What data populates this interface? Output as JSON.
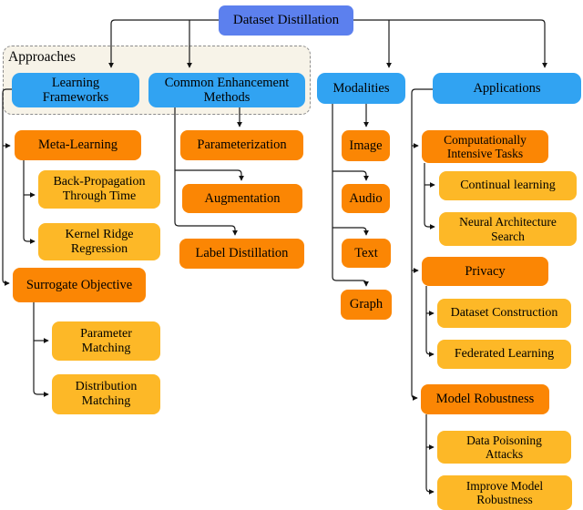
{
  "diagram": {
    "root": "Dataset Distillation",
    "group_label": "Approaches",
    "branches": {
      "learning_frameworks": "Learning\nFrameworks",
      "common_enhancement_methods": "Common Enhancement\nMethods",
      "modalities": "Modalities",
      "applications": "Applications"
    },
    "nodes": {
      "meta_learning": "Meta-Learning",
      "back_propagation_through_time": "Back-Propagation\nThrough Time",
      "kernel_ridge_regression": "Kernel Ridge\nRegression",
      "surrogate_objective": "Surrogate Objective",
      "parameter_matching": "Parameter\nMatching",
      "distribution_matching": "Distribution\nMatching",
      "parameterization": "Parameterization",
      "augmentation": "Augmentation",
      "label_distillation": "Label Distillation",
      "image": "Image",
      "audio": "Audio",
      "text": "Text",
      "graph": "Graph",
      "computationally_intensive_tasks": "Computationally\nIntensive Tasks",
      "continual_learning": "Continual learning",
      "neural_architecture_search": "Neural Architecture\nSearch",
      "privacy": "Privacy",
      "dataset_construction": "Dataset Construction",
      "federated_learning": "Federated Learning",
      "model_robustness": "Model Robustness",
      "data_poisoning_attacks": "Data Poisoning\nAttacks",
      "improve_model_robustness": "Improve Model\nRobustness"
    },
    "colors": {
      "root_blue": "#5c80ee",
      "branch_blue": "#31a3f2",
      "orange": "#fb8604",
      "yellow": "#fdb827",
      "group_bg": "#f7f3e8"
    }
  }
}
